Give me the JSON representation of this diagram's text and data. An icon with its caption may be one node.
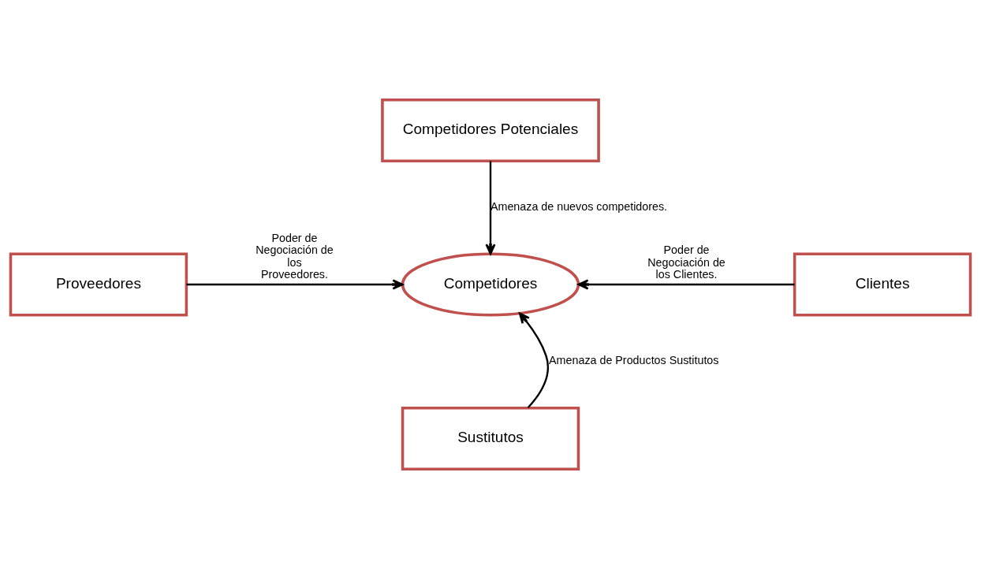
{
  "diagram": {
    "nodes": [
      {
        "text": [
          "Competidores Potenciales"
        ]
      },
      {
        "text": [
          "Proveedores"
        ]
      },
      {
        "text": [
          "Competidores"
        ]
      },
      {
        "text": [
          "Clientes"
        ]
      },
      {
        "text": [
          "Sustitutos"
        ]
      }
    ],
    "edges": [
      {
        "from": 0,
        "to": 2,
        "arrow": "to",
        "label": "Amenaza de nuevos competidores."
      },
      {
        "from": 1,
        "to": 2,
        "arrow": "to",
        "label": "Poder de Negociación de los Proveedores."
      },
      {
        "from": 3,
        "to": 2,
        "arrow": "to",
        "label": "Poder de Negociación de los Clientes."
      },
      {
        "from": 4,
        "to": 2,
        "arrow": "to",
        "label": "Amenaza de Productos Sustitutos"
      }
    ]
  }
}
